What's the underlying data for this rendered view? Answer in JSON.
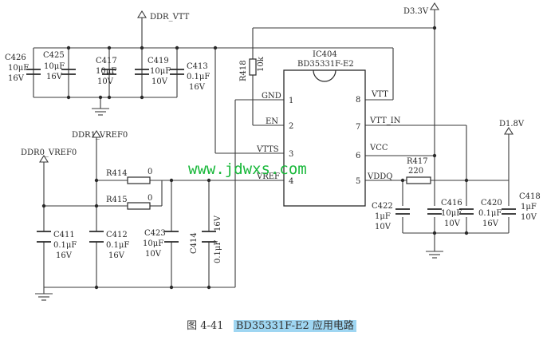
{
  "nets": {
    "ddr_vtt": "DDR_VTT",
    "d33v": "D3.3V",
    "ddr1_vref": "DDR1_VREF0",
    "ddr0_vref": "DDR0_VREF0",
    "d18v": "D1.8V"
  },
  "ic": {
    "ref": "IC404",
    "part": "BD35331F-E2",
    "pins": [
      {
        "num": "1",
        "name": "GND"
      },
      {
        "num": "2",
        "name": "EN"
      },
      {
        "num": "3",
        "name": "VTTS"
      },
      {
        "num": "4",
        "name": "VREF"
      },
      {
        "num": "5",
        "name": "VDDQ"
      },
      {
        "num": "6",
        "name": "VCC"
      },
      {
        "num": "7",
        "name": "VTT_IN"
      },
      {
        "num": "8",
        "name": "VTT"
      }
    ]
  },
  "resistors": [
    {
      "ref": "R418",
      "value": "10k"
    },
    {
      "ref": "R414",
      "value": "0"
    },
    {
      "ref": "R415",
      "value": "0"
    },
    {
      "ref": "R417",
      "value": "220"
    }
  ],
  "capacitors": [
    {
      "ref": "C426",
      "value": "10μF",
      "voltage": "16V"
    },
    {
      "ref": "C425",
      "value": "10μF",
      "voltage": "16V"
    },
    {
      "ref": "C417",
      "value": "10μF",
      "voltage": "10V"
    },
    {
      "ref": "C419",
      "value": "10μF",
      "voltage": "10V"
    },
    {
      "ref": "C413",
      "value": "0.1μF",
      "voltage": "16V"
    },
    {
      "ref": "C411",
      "value": "0.1μF",
      "voltage": "16V"
    },
    {
      "ref": "C412",
      "value": "0.1μF",
      "voltage": "16V"
    },
    {
      "ref": "C423",
      "value": "10μF",
      "voltage": "10V"
    },
    {
      "ref": "C414",
      "value": "0.1μF",
      "voltage": "16V"
    },
    {
      "ref": "C422",
      "value": "1μF",
      "voltage": "10V"
    },
    {
      "ref": "C416",
      "value": "10μF",
      "voltage": "10V"
    },
    {
      "ref": "C420",
      "value": "0.1μF",
      "voltage": "16V"
    },
    {
      "ref": "C418",
      "value": "1μF",
      "voltage": "10V"
    }
  ],
  "watermark": "www.jdwxs.com",
  "caption": {
    "fig": "图 4-41",
    "title": "BD35331F-E2 应用电路"
  }
}
